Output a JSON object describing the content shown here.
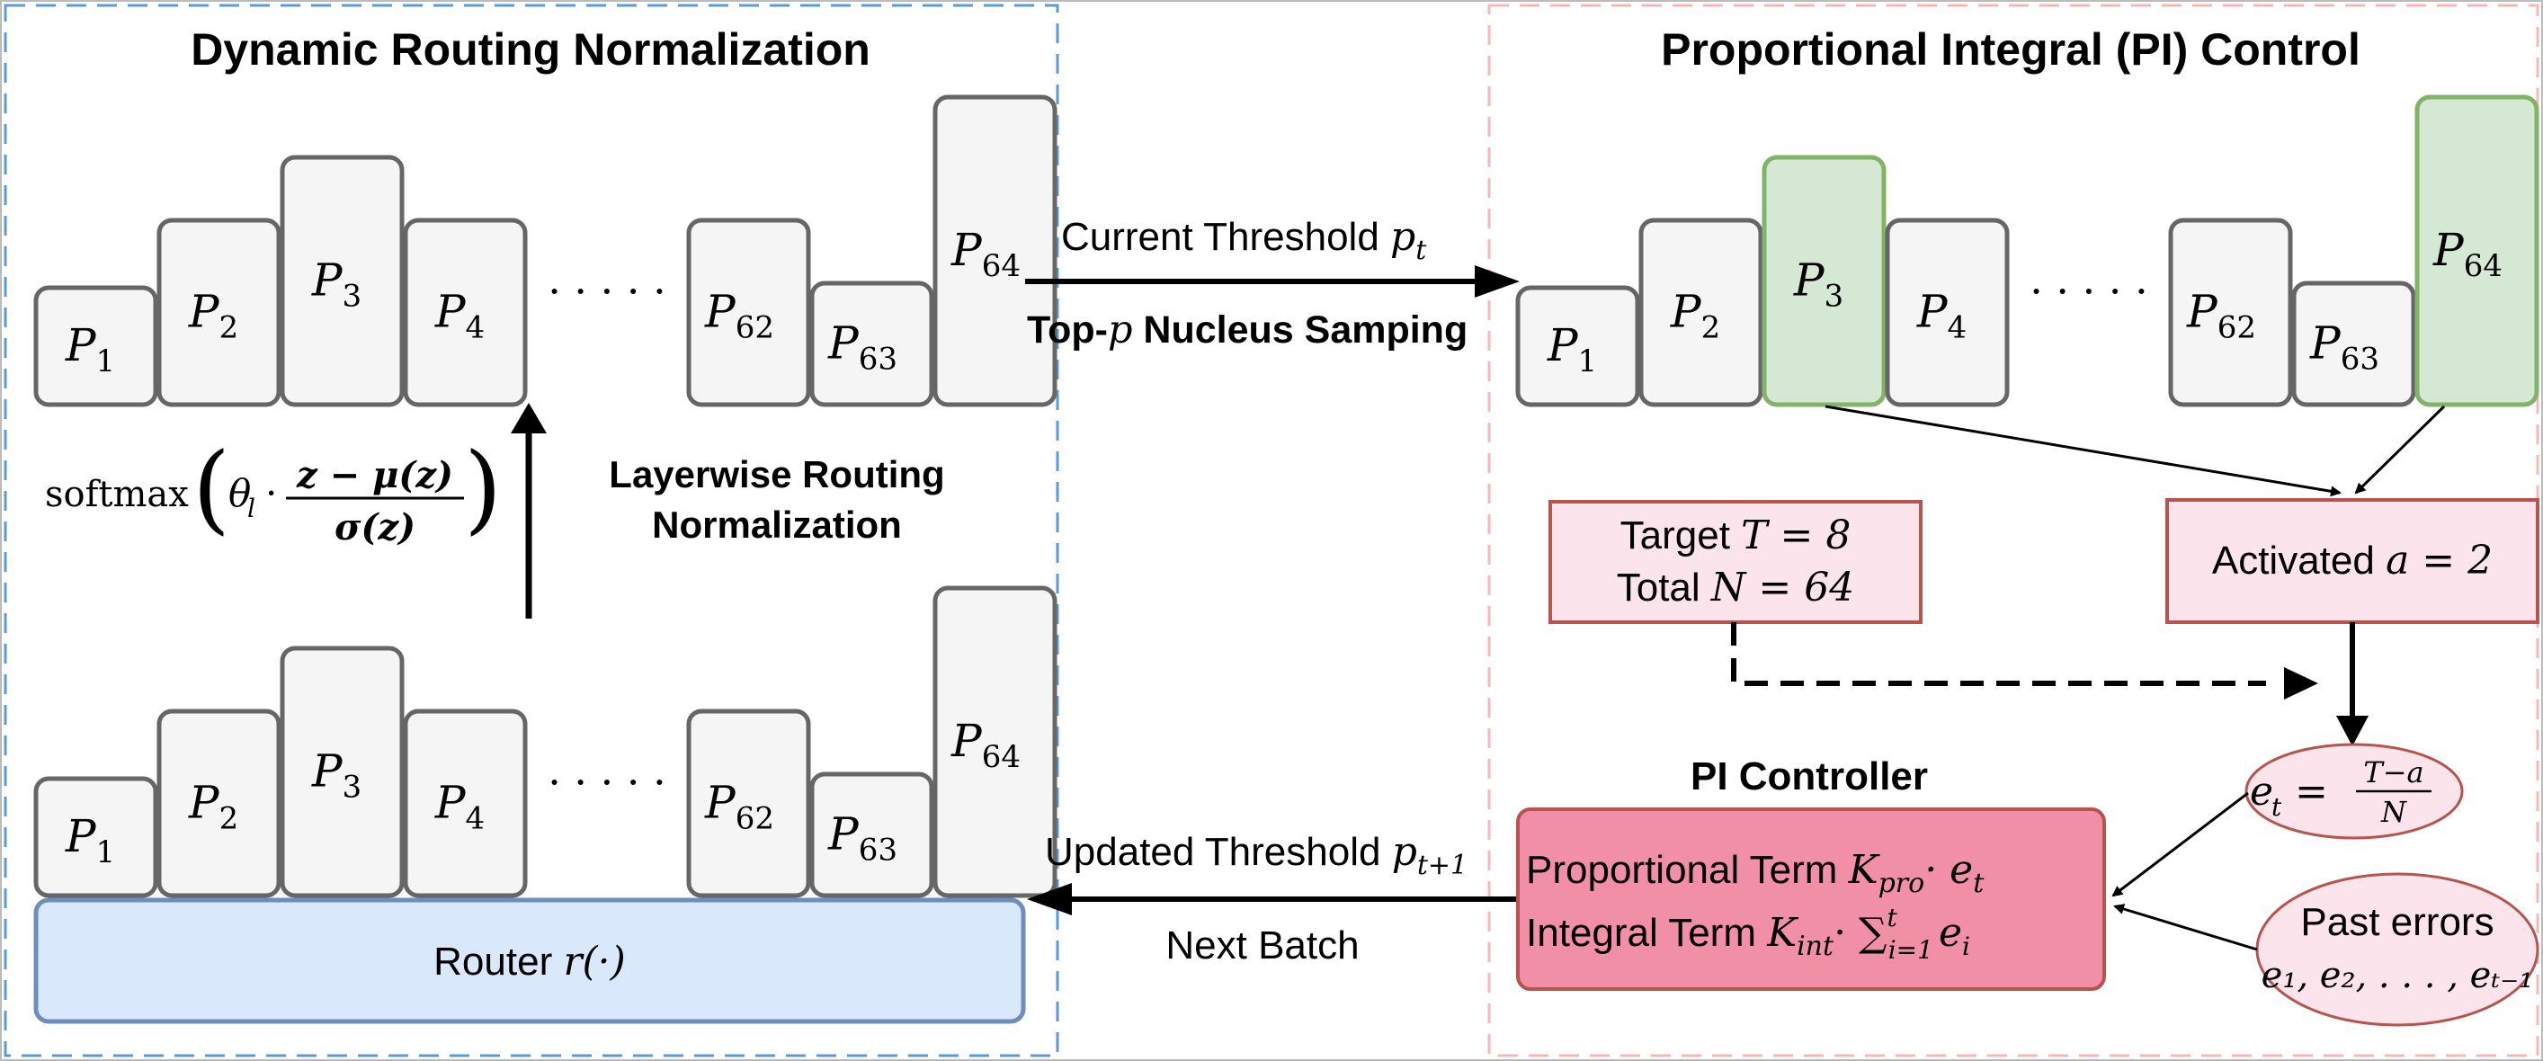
{
  "colors": {
    "bar_fill": "#f5f5f5",
    "bar_stroke": "#666666",
    "green_fill": "#d5e8d4",
    "green_stroke": "#82b366",
    "pink_fill": "#f8cecc",
    "light_pink_fill": "#fce4ec",
    "red_stroke": "#b85450",
    "controller_fill": "#f08fa6",
    "router_fill": "#dae8fc",
    "router_stroke": "#6c8ebf",
    "left_frame": "#5b9bd5",
    "right_frame": "#f4b8b8"
  },
  "left": {
    "title": "Dynamic Routing Normalization",
    "softmax_word": "softmax",
    "theta": "θ",
    "theta_sub": "l",
    "dot": "·",
    "numerator": "z − μ(z)",
    "denominator": "σ(z)",
    "layerwise_line1": "Layerwise Routing",
    "layerwise_line2": "Normalization",
    "router_word": "Router",
    "router_math": "r(·)"
  },
  "bars": {
    "main": "P",
    "subs": [
      "1",
      "2",
      "3",
      "4",
      "62",
      "63",
      "64"
    ],
    "ellipsis": "· · · · ·"
  },
  "middle": {
    "current_label": "Current Threshold",
    "current_var": "p",
    "current_sub": "t",
    "topp_prefix": "Top-",
    "topp_var": "p",
    "topp_suffix": " Nucleus Samping",
    "updated_label": "Updated Threshold",
    "updated_var": "p",
    "updated_sub": "t+1",
    "next_batch": "Next Batch"
  },
  "right": {
    "title": "Proportional Integral (PI) Control",
    "target_line1_word": "Target",
    "target_line1_math": "T = 8",
    "target_line2_word": "Total",
    "target_line2_math": "N = 64",
    "activated_word": "Activated",
    "activated_math": "a = 2",
    "pi_controller": "PI Controller",
    "prop_term": "Proportional Term",
    "prop_math": "K",
    "prop_sub": "pro",
    "prop_tail": "· e",
    "prop_tail_sub": "t",
    "int_term": "Integral Term",
    "int_math": "K",
    "int_sub": "int",
    "int_sum": "· ∑",
    "int_sum_sup": "t",
    "int_sum_sub": "i=1",
    "int_e": "e",
    "int_e_sub": "i",
    "error_lhs": "e",
    "error_lhs_sub": "t",
    "error_eq": "=",
    "error_num": "T−a",
    "error_den": "N",
    "past_line1": "Past errors",
    "past_line2": "e₁, e₂, . . . , eₜ₋₁"
  }
}
